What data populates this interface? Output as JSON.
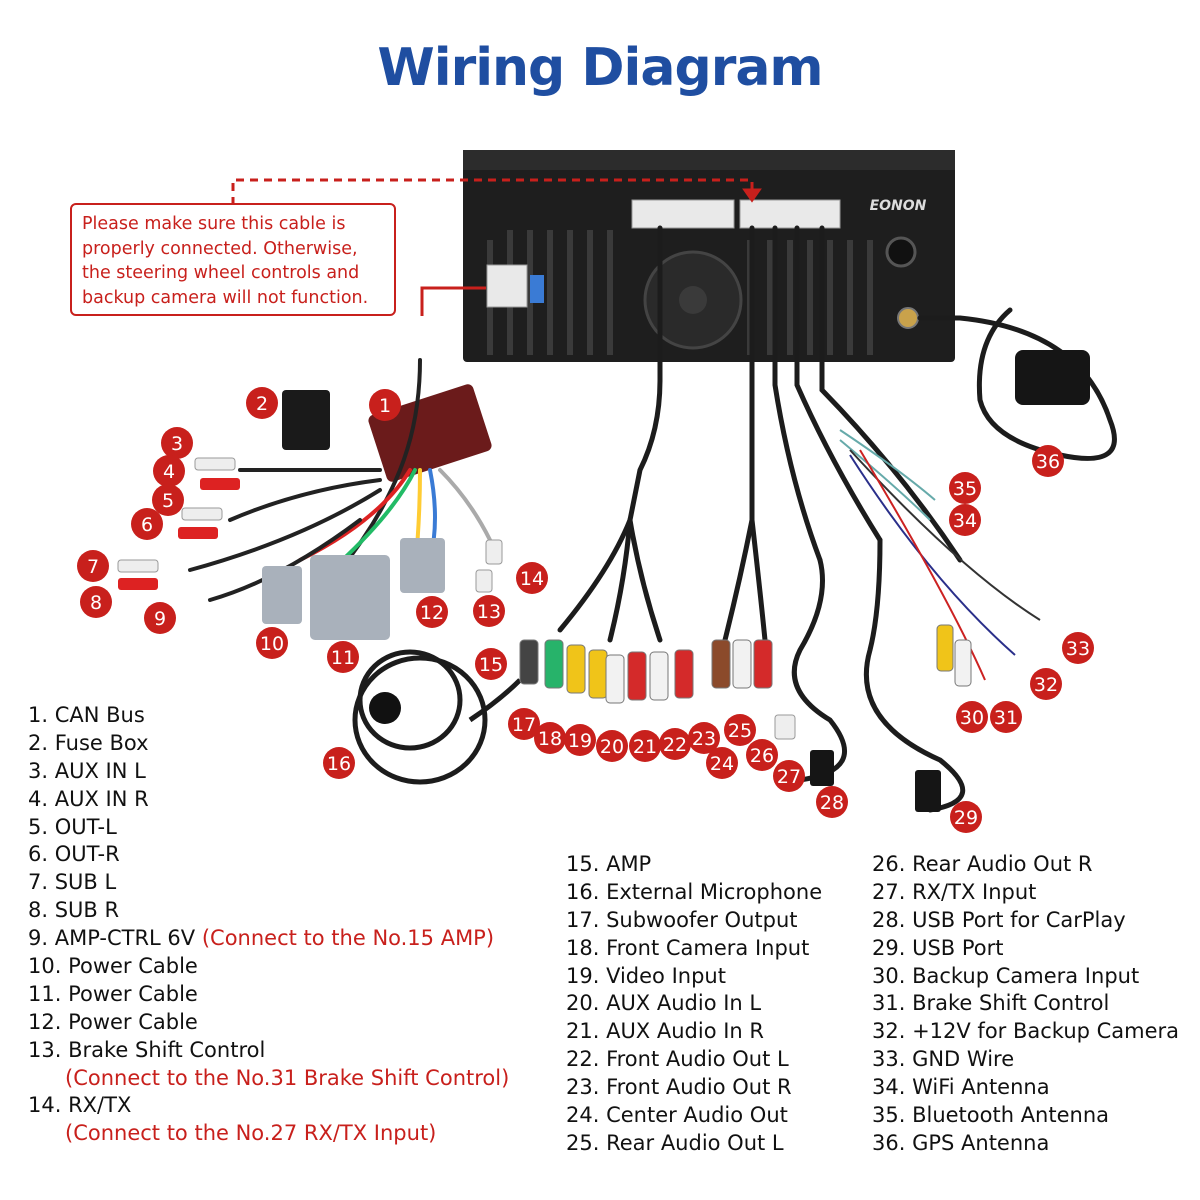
{
  "title": "Wiring Diagram",
  "brand": "EONON",
  "cable_note": "Please make sure this cable is properly connected. Otherwise, the steering wheel controls and backup camera will not function.",
  "cable_note_lines": [
    "Please make sure this cable is",
    "properly connected. Otherwise,",
    "the steering wheel controls and",
    "backup camera will not function."
  ],
  "colors": {
    "title": "#1f4ea1",
    "accent": "#c8201c",
    "marker": "#c8201c",
    "unit": "#1e1e1e"
  },
  "markers": [
    "1",
    "2",
    "3",
    "4",
    "5",
    "6",
    "7",
    "8",
    "9",
    "10",
    "11",
    "12",
    "13",
    "14",
    "15",
    "16",
    "17",
    "18",
    "19",
    "20",
    "21",
    "22",
    "23",
    "24",
    "25",
    "26",
    "27",
    "28",
    "29",
    "30",
    "31",
    "32",
    "33",
    "34",
    "35",
    "36"
  ],
  "legend": {
    "col1": [
      {
        "text": "1. CAN Bus"
      },
      {
        "text": "2. Fuse Box"
      },
      {
        "text": "3. AUX IN L"
      },
      {
        "text": "4. AUX IN R"
      },
      {
        "text": "5. OUT-L"
      },
      {
        "text": "6. OUT-R"
      },
      {
        "text": "7. SUB L"
      },
      {
        "text": "8. SUB R"
      },
      {
        "text": "9. AMP-CTRL 6V ",
        "note": "(Connect to the No.15 AMP)"
      },
      {
        "text": "10. Power Cable"
      },
      {
        "text": "11. Power Cable"
      },
      {
        "text": "12. Power Cable"
      },
      {
        "text": "13. Brake Shift Control"
      },
      {
        "text": "",
        "note": "(Connect to the No.31 Brake Shift Control)",
        "indent": true
      },
      {
        "text": "14. RX/TX"
      },
      {
        "text": "",
        "note": "(Connect to the No.27 RX/TX Input)",
        "indent": true
      }
    ],
    "col2": [
      {
        "text": "15. AMP"
      },
      {
        "text": "16. External Microphone"
      },
      {
        "text": "17. Subwoofer Output"
      },
      {
        "text": "18. Front Camera Input"
      },
      {
        "text": "19. Video Input"
      },
      {
        "text": "20. AUX Audio In L"
      },
      {
        "text": "21. AUX Audio In R"
      },
      {
        "text": "22. Front Audio Out L"
      },
      {
        "text": "23. Front Audio Out R"
      },
      {
        "text": "24. Center Audio Out"
      },
      {
        "text": "25. Rear Audio Out L"
      }
    ],
    "col3": [
      {
        "text": "26. Rear Audio Out R"
      },
      {
        "text": "27. RX/TX Input"
      },
      {
        "text": "28. USB Port for CarPlay"
      },
      {
        "text": "29. USB Port"
      },
      {
        "text": "30. Backup Camera Input"
      },
      {
        "text": "31. Brake Shift Control"
      },
      {
        "text": "32. +12V for Backup Camera"
      },
      {
        "text": "33. GND Wire"
      },
      {
        "text": "34. WiFi Antenna"
      },
      {
        "text": "35. Bluetooth Antenna"
      },
      {
        "text": "36. GPS Antenna"
      }
    ]
  }
}
